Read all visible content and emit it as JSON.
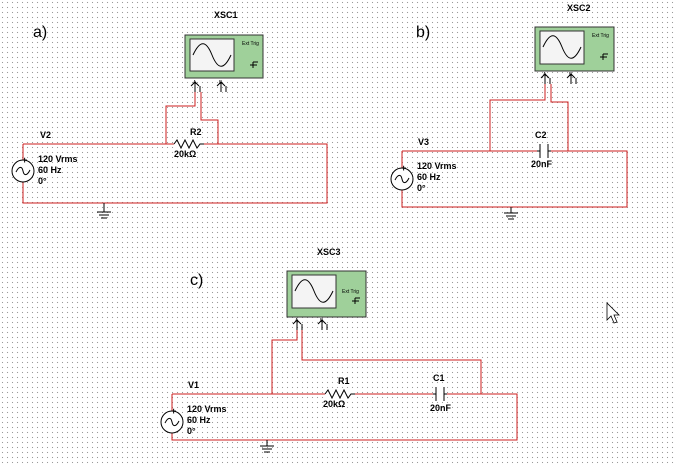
{
  "panels": {
    "a": {
      "letter": "a)",
      "scope": {
        "name": "XSC1",
        "ext_trig": "Ext Trig",
        "ch_a": "A",
        "ch_b": "B"
      },
      "source": {
        "name": "V2",
        "voltage": "120 Vrms",
        "freq": "60 Hz",
        "phase": "0°"
      },
      "resistor": {
        "name": "R2",
        "value": "20kΩ"
      }
    },
    "b": {
      "letter": "b)",
      "scope": {
        "name": "XSC2",
        "ext_trig": "Ext Trig",
        "ch_a": "A",
        "ch_b": "B"
      },
      "source": {
        "name": "V3",
        "voltage": "120 Vrms",
        "freq": "60 Hz",
        "phase": "0°"
      },
      "capacitor": {
        "name": "C2",
        "value": "20nF"
      }
    },
    "c": {
      "letter": "c)",
      "scope": {
        "name": "XSC3",
        "ext_trig": "Ext Trig",
        "ch_a": "A",
        "ch_b": "B"
      },
      "source": {
        "name": "V1",
        "voltage": "120 Vrms",
        "freq": "60 Hz",
        "phase": "0°"
      },
      "resistor": {
        "name": "R1",
        "value": "20kΩ"
      },
      "capacitor": {
        "name": "C1",
        "value": "20nF"
      }
    }
  },
  "colors": {
    "wire": "#cc1f1f",
    "scope_body": "#9fd09a",
    "scope_screen": "#f4f4f4"
  }
}
